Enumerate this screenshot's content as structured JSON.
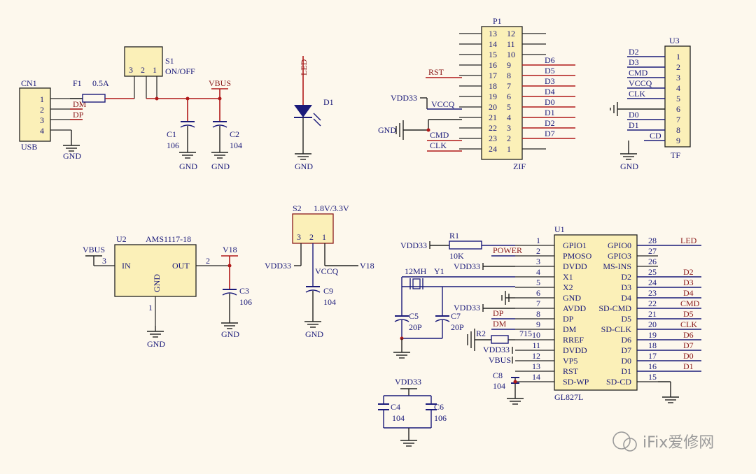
{
  "cn1": {
    "ref": "CN1",
    "name": "USB",
    "pins": [
      "1",
      "2",
      "3",
      "4"
    ]
  },
  "f1": {
    "ref": "F1",
    "value": "0.5A"
  },
  "nets": {
    "dm": "DM",
    "dp": "DP",
    "vbus": "VBUS",
    "gnd": "GND",
    "vdd33": "VDD33",
    "vccq": "VCCQ",
    "v18": "V18",
    "rst": "RST",
    "cmd": "CMD",
    "clk": "CLK",
    "d0": "D0",
    "d1": "D1",
    "d2": "D2",
    "d3": "D3",
    "d4": "D4",
    "d5": "D5",
    "d6": "D6",
    "d7": "D7",
    "cd": "CD",
    "led": "LED",
    "power": "POWER"
  },
  "s1": {
    "ref": "S1",
    "value": "ON/OFF",
    "pins": [
      "3",
      "2",
      "1"
    ]
  },
  "c1": {
    "ref": "C1",
    "value": "106"
  },
  "c2": {
    "ref": "C2",
    "value": "104"
  },
  "c3": {
    "ref": "C3",
    "value": "106"
  },
  "c4": {
    "ref": "C4",
    "value": "104"
  },
  "c5": {
    "ref": "C5",
    "value": "20P"
  },
  "c6": {
    "ref": "C6",
    "value": "106"
  },
  "c7": {
    "ref": "C7",
    "value": "20P"
  },
  "c8": {
    "ref": "C8",
    "value": "104"
  },
  "c9": {
    "ref": "C9",
    "value": "104"
  },
  "d1": {
    "ref": "D1",
    "net": "LED"
  },
  "p1": {
    "ref": "P1",
    "name": "ZIF",
    "left": [
      "13",
      "14",
      "15",
      "16",
      "17",
      "18",
      "19",
      "20",
      "21",
      "22",
      "23",
      "24"
    ],
    "right": [
      "12",
      "11",
      "10",
      "9",
      "8",
      "7",
      "6",
      "5",
      "4",
      "3",
      "2",
      "1"
    ],
    "right_nets": [
      "D6",
      "D5",
      "D3",
      "D4",
      "D0",
      "D1",
      "D2",
      "D7"
    ]
  },
  "u3": {
    "ref": "U3",
    "name": "TF",
    "pins": [
      "1",
      "2",
      "3",
      "4",
      "5",
      "6",
      "7",
      "8",
      "9"
    ],
    "nets": [
      "D2",
      "D3",
      "CMD",
      "VCCQ",
      "CLK",
      "D0",
      "D1",
      "CD"
    ]
  },
  "u2": {
    "ref": "U2",
    "value": "AMS1117-18",
    "in": "IN",
    "out": "OUT",
    "gnd": "GND",
    "pin_in": "3",
    "pin_out": "2",
    "pin_gnd": "1"
  },
  "s2": {
    "ref": "S2",
    "value": "1.8V/3.3V",
    "pins": [
      "3",
      "2",
      "1"
    ]
  },
  "r1": {
    "ref": "R1",
    "value": "10K"
  },
  "r2": {
    "ref": "R2",
    "value": "715"
  },
  "y1": {
    "ref": "Y1",
    "value": "12MH"
  },
  "u1": {
    "ref": "U1",
    "name": "GL827L",
    "left_pins": [
      "1",
      "2",
      "3",
      "4",
      "5",
      "6",
      "7",
      "8",
      "9",
      "10",
      "11",
      "12",
      "13",
      "14"
    ],
    "left_names": [
      "GPIO1",
      "PMOSO",
      "DVDD",
      "X1",
      "X2",
      "GND",
      "AVDD",
      "DP",
      "DM",
      "RREF",
      "DVDD",
      "VP5",
      "RST",
      "SD-WP"
    ],
    "right_pins": [
      "28",
      "27",
      "26",
      "25",
      "24",
      "23",
      "22",
      "21",
      "20",
      "19",
      "18",
      "17",
      "16",
      "15"
    ],
    "right_names": [
      "GPIO0",
      "GPIO3",
      "MS-INS",
      "D2",
      "D3",
      "D4",
      "SD-CMD",
      "D5",
      "SD-CLK",
      "D6",
      "D7",
      "D0",
      "D1",
      "SD-CD"
    ],
    "right_nets": [
      "LED",
      "",
      "",
      "D2",
      "D3",
      "D4",
      "CMD",
      "D5",
      "CLK",
      "D6",
      "D7",
      "D0",
      "D1",
      ""
    ]
  },
  "watermark": "iFix爱修网"
}
